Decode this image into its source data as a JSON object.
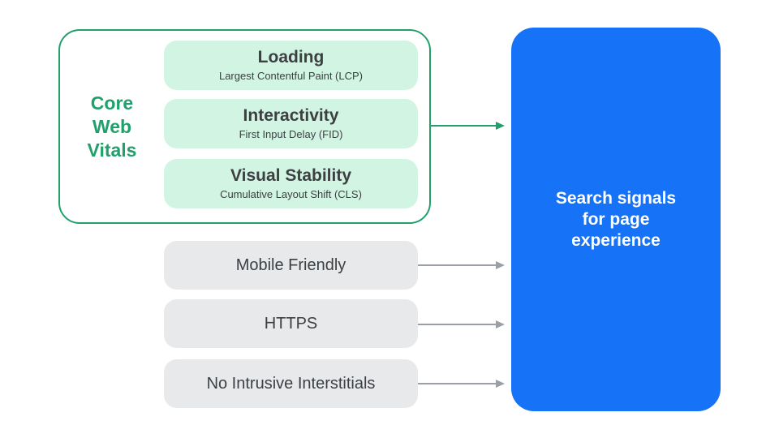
{
  "core_web_vitals": {
    "label": "Core Web Vitals",
    "vitals": [
      {
        "title": "Loading",
        "subtitle": "Largest Contentful Paint (LCP)"
      },
      {
        "title": "Interactivity",
        "subtitle": "First Input Delay (FID)"
      },
      {
        "title": "Visual Stability",
        "subtitle": "Cumulative Layout Shift (CLS)"
      }
    ]
  },
  "other_signals": [
    {
      "label": "Mobile Friendly"
    },
    {
      "label": "HTTPS"
    },
    {
      "label": "No Intrusive Interstitials"
    }
  ],
  "result_box": {
    "label": "Search signals for page experience"
  },
  "colors": {
    "green": "#21A06C",
    "green_light": "#D2F4E2",
    "gray_pill": "#E8E9EB",
    "arrow_gray": "#9AA0A6",
    "blue": "#1672F6",
    "text_dark": "#3C4043",
    "text_on_blue": "#FFFFFF"
  }
}
